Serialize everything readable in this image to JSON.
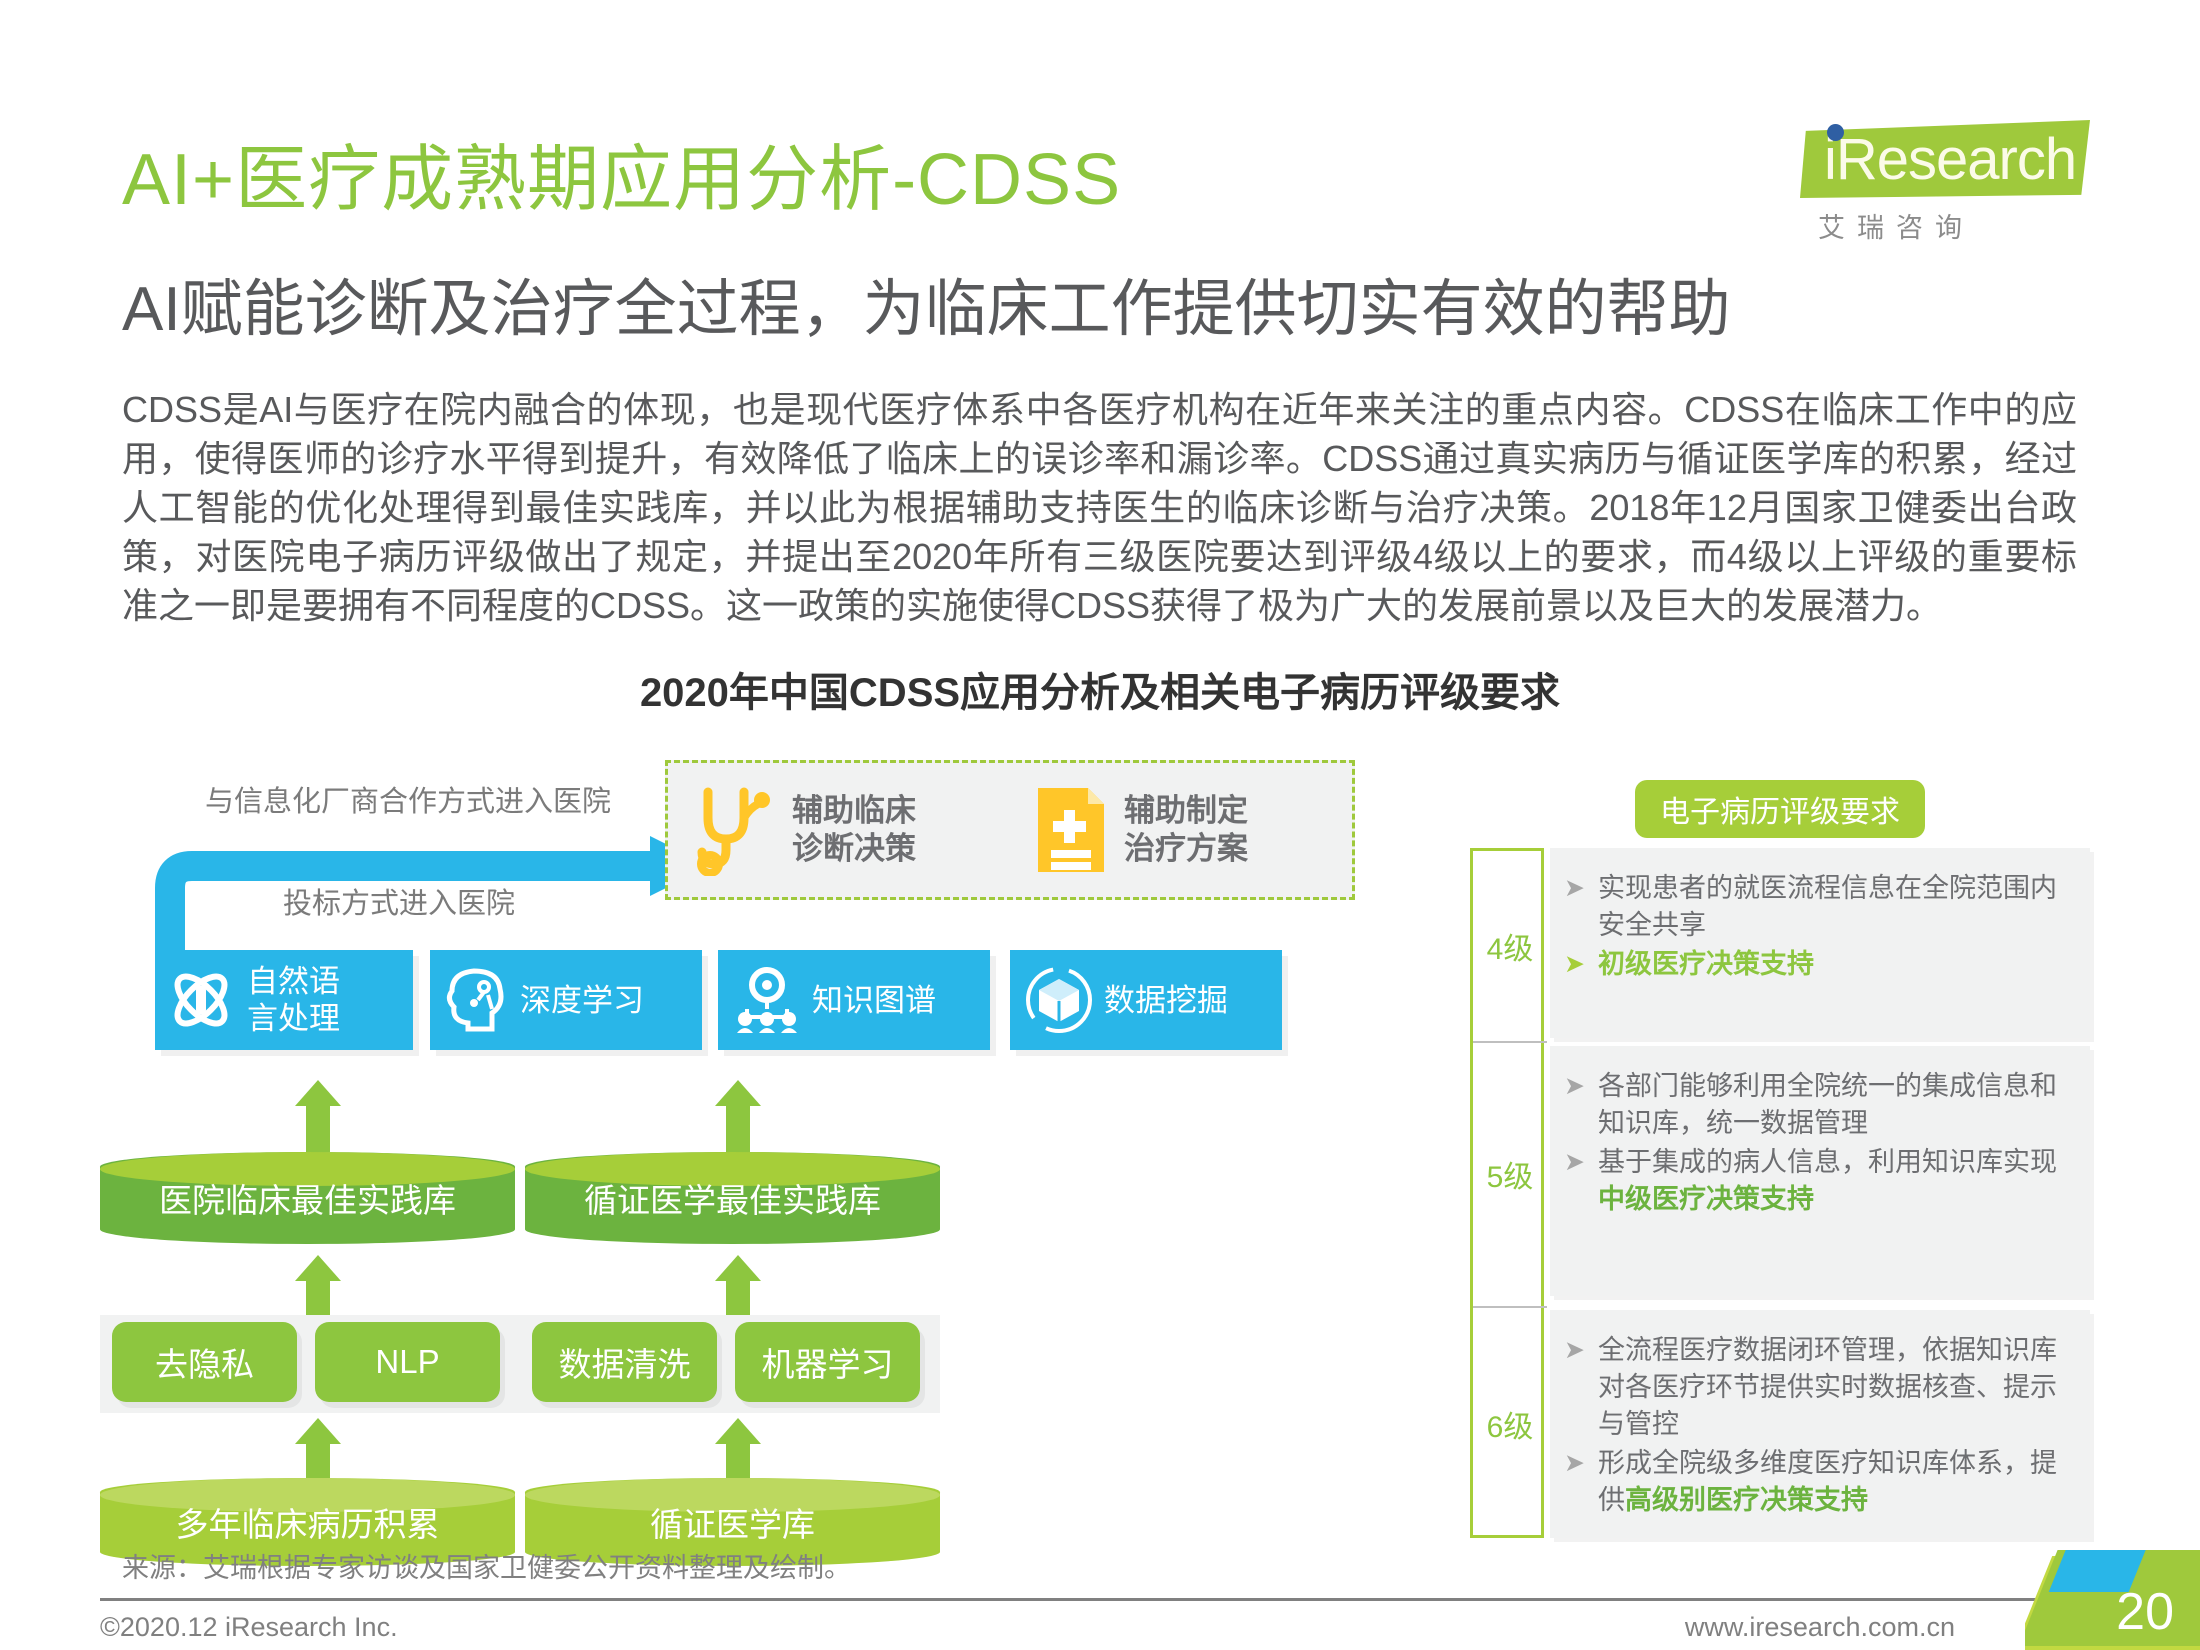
{
  "header": {
    "title_main": "AI+医疗成熟期应用分析-CDSS",
    "title_sub": "AI赋能诊断及治疗全过程，为临床工作提供切实有效的帮助",
    "logo_text": "iResearch",
    "logo_cn": "艾瑞咨询",
    "brand_green": "#8dc63f",
    "brand_blue": "#29b6e8"
  },
  "body": {
    "paragraph": "CDSS是AI与医疗在院内融合的体现，也是现代医疗体系中各医疗机构在近年来关注的重点内容。CDSS在临床工作中的应用，使得医师的诊疗水平得到提升，有效降低了临床上的误诊率和漏诊率。CDSS通过真实病历与循证医学库的积累，经过人工智能的优化处理得到最佳实践库，并以此为根据辅助支持医生的临床诊断与治疗决策。2018年12月国家卫健委出台政策，对医院电子病历评级做出了规定，并提出至2020年所有三级医院要达到评级4级以上的要求，而4级以上评级的重要标准之一即是要拥有不同程度的CDSS。这一政策的实施使得CDSS获得了极为广大的发展前景以及巨大的发展潜力。"
  },
  "chart_title": "2020年中国CDSS应用分析及相关电子病历评级要求",
  "chart_data": {
    "type": "diagram",
    "title": "2020年中国CDSS应用分析及相关电子病历评级要求",
    "entry_labels": [
      "与信息化厂商合作方式进入医院",
      "投标方式进入医院"
    ],
    "outputs": [
      {
        "icon": "stethoscope-icon",
        "label_line1": "辅助临床",
        "label_line2": "诊断决策"
      },
      {
        "icon": "document-plus-icon",
        "label_line1": "辅助制定",
        "label_line2": "治疗方案"
      }
    ],
    "technologies": [
      {
        "icon": "atom-icon",
        "label_line1": "自然语",
        "label_line2": "言处理"
      },
      {
        "icon": "brain-circuit-icon",
        "label": "深度学习"
      },
      {
        "icon": "knowledge-network-icon",
        "label": "知识图谱"
      },
      {
        "icon": "data-cube-icon",
        "label": "数据挖掘"
      }
    ],
    "practice_databases": [
      "医院临床最佳实践库",
      "循证医学最佳实践库"
    ],
    "processes": [
      "去隐私",
      "NLP",
      "数据清洗",
      "机器学习"
    ],
    "source_databases": [
      "多年临床病历积累",
      "循证医学库"
    ]
  },
  "panel": {
    "badge": "电子病历评级要求",
    "levels": [
      {
        "level": "4级",
        "bullets": [
          {
            "prefix": "实现患者的就医流程信息在全院范围内安全共享",
            "highlight": ""
          },
          {
            "prefix": "",
            "highlight": "初级医疗决策支持",
            "whole_highlight": true
          }
        ]
      },
      {
        "level": "5级",
        "bullets": [
          {
            "prefix": "各部门能够利用全院统一的集成信息和知识库，统一数据管理",
            "highlight": ""
          },
          {
            "prefix": "基于集成的病人信息，利用知识库实现",
            "highlight": "中级医疗决策支持"
          }
        ]
      },
      {
        "level": "6级",
        "bullets": [
          {
            "prefix": "全流程医疗数据闭环管理，依据知识库对各医疗环节提供实时数据核查、提示与管控",
            "highlight": ""
          },
          {
            "prefix": "形成全院级多维度医疗知识库体系，提供",
            "highlight": "高级别医疗决策支持"
          }
        ]
      }
    ]
  },
  "footer": {
    "source": "来源：艾瑞根据专家访谈及国家卫健委公开资料整理及绘制。",
    "copyright": "©2020.12 iResearch Inc.",
    "url": "www.iresearch.com.cn",
    "page": "20"
  }
}
